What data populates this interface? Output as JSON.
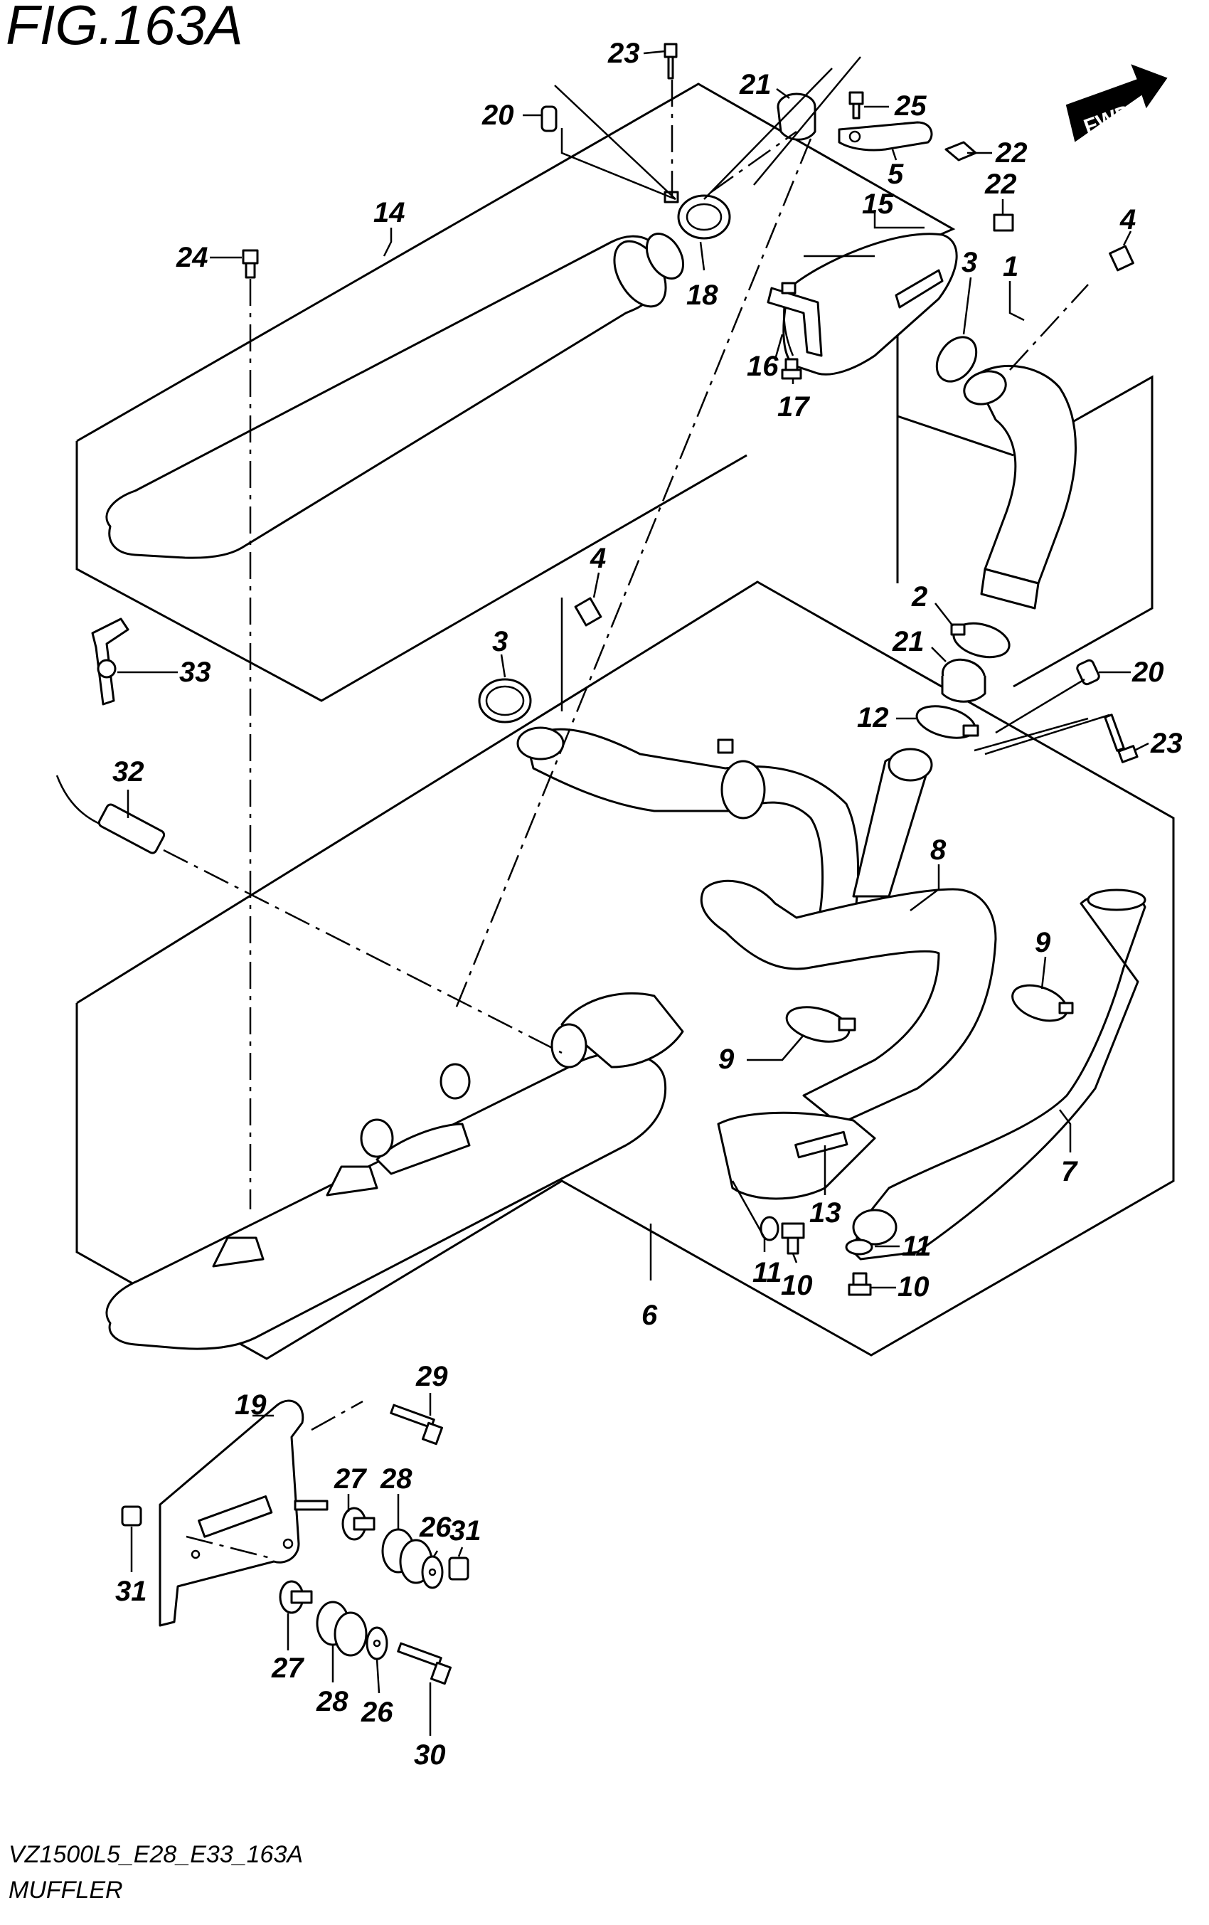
{
  "figure": {
    "title": "FIG.163A",
    "caption_code": "VZ1500L5_E28_E33_163A",
    "caption_name": "MUFFLER",
    "fwd_label": "FWD"
  },
  "icons": [
    "fwd-arrow-icon"
  ],
  "callouts": [
    {
      "id": "c23a",
      "label": "23"
    },
    {
      "id": "c21a",
      "label": "21"
    },
    {
      "id": "c25",
      "label": "25"
    },
    {
      "id": "c20a",
      "label": "20"
    },
    {
      "id": "c5",
      "label": "5"
    },
    {
      "id": "c22a",
      "label": "22"
    },
    {
      "id": "c22b",
      "label": "22"
    },
    {
      "id": "c14",
      "label": "14"
    },
    {
      "id": "c15",
      "label": "15"
    },
    {
      "id": "c4a",
      "label": "4"
    },
    {
      "id": "c24",
      "label": "24"
    },
    {
      "id": "c18",
      "label": "18"
    },
    {
      "id": "c3a",
      "label": "3"
    },
    {
      "id": "c1",
      "label": "1"
    },
    {
      "id": "c16",
      "label": "16"
    },
    {
      "id": "c17",
      "label": "17"
    },
    {
      "id": "c4b",
      "label": "4"
    },
    {
      "id": "c2",
      "label": "2"
    },
    {
      "id": "c3b",
      "label": "3"
    },
    {
      "id": "c21b",
      "label": "21"
    },
    {
      "id": "c20b",
      "label": "20"
    },
    {
      "id": "c33",
      "label": "33"
    },
    {
      "id": "c12",
      "label": "12"
    },
    {
      "id": "c23b",
      "label": "23"
    },
    {
      "id": "c32",
      "label": "32"
    },
    {
      "id": "c8",
      "label": "8"
    },
    {
      "id": "c9a",
      "label": "9"
    },
    {
      "id": "c9b",
      "label": "9"
    },
    {
      "id": "c7",
      "label": "7"
    },
    {
      "id": "c13",
      "label": "13"
    },
    {
      "id": "c11a",
      "label": "11"
    },
    {
      "id": "c11b",
      "label": "11"
    },
    {
      "id": "c10a",
      "label": "10"
    },
    {
      "id": "c10b",
      "label": "10"
    },
    {
      "id": "c6",
      "label": "6"
    },
    {
      "id": "c29",
      "label": "29"
    },
    {
      "id": "c19",
      "label": "19"
    },
    {
      "id": "c27a",
      "label": "27"
    },
    {
      "id": "c28a",
      "label": "28"
    },
    {
      "id": "c26a",
      "label": "26"
    },
    {
      "id": "c31a",
      "label": "31"
    },
    {
      "id": "c31b",
      "label": "31"
    },
    {
      "id": "c27b",
      "label": "27"
    },
    {
      "id": "c28b",
      "label": "28"
    },
    {
      "id": "c26b",
      "label": "26"
    },
    {
      "id": "c30",
      "label": "30"
    }
  ]
}
